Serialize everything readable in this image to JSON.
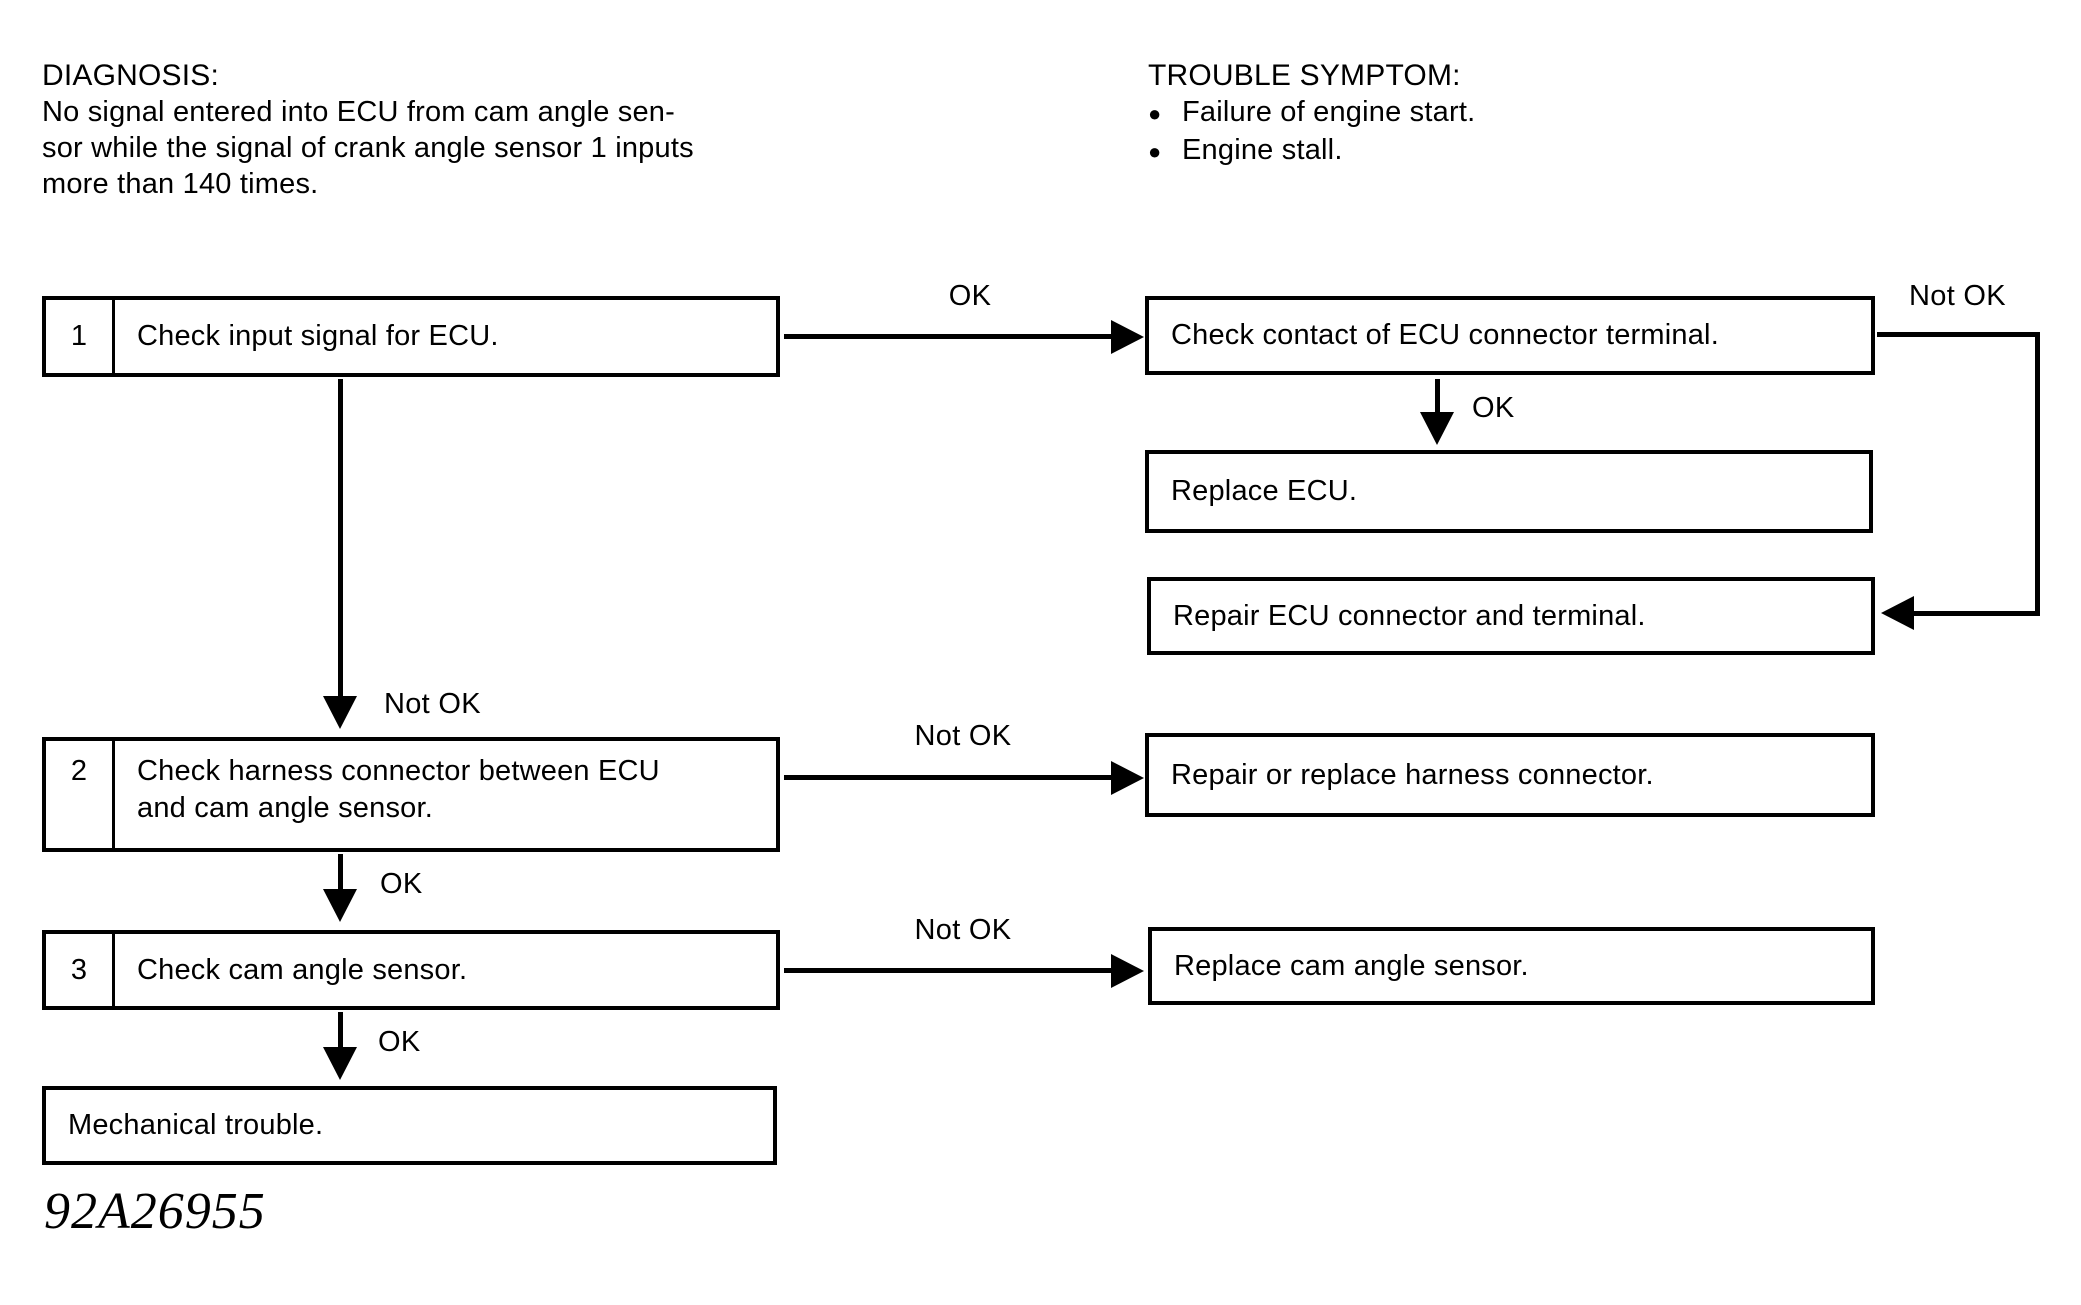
{
  "diagnosis": {
    "title": "DIAGNOSIS:",
    "line1": "No signal entered into ECU from cam angle sen-",
    "line2": "sor while the signal of crank angle sensor 1 inputs",
    "line3": "more than 140 times."
  },
  "trouble_symptom": {
    "title": "TROUBLE SYMPTOM:",
    "bullet": "●",
    "items": [
      {
        "text": "Failure of engine start."
      },
      {
        "text": "Engine stall."
      }
    ]
  },
  "flowchart": {
    "steps": [
      {
        "number": "1",
        "label": "Check input signal for ECU."
      },
      {
        "number": "2",
        "label": "Check harness connector between ECU and cam angle sensor."
      },
      {
        "number": "3",
        "label": "Check cam angle sensor."
      }
    ],
    "actions": [
      "Check contact of ECU connector terminal.",
      "Replace ECU.",
      "Repair ECU connector and terminal.",
      "Repair or replace harness connector.",
      "Replace cam angle sensor."
    ],
    "terminal": "Mechanical trouble.",
    "edge_labels": {
      "ok": "OK",
      "not_ok": "Not OK"
    }
  },
  "figure_code": "92A26955",
  "colors": {
    "ink": "#000000",
    "paper": "#ffffff"
  }
}
